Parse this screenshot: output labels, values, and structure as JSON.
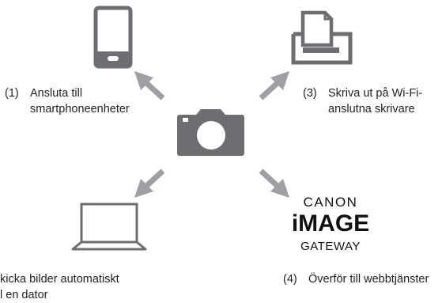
{
  "items": [
    {
      "number": "(1)",
      "line1": "Ansluta till",
      "line2": "smartphoneenheter"
    },
    {
      "number": "(3)",
      "line1": "Skriva ut på Wi-Fi-",
      "line2": "anslutna skrivare"
    },
    {
      "number": "",
      "line1": "kicka bilder automatiskt",
      "line2": "l en dator"
    },
    {
      "number": "(4)",
      "line1": "Överför till webbtjänster",
      "line2": ""
    }
  ],
  "logo": {
    "top": "CANON",
    "middle": "iMAGE",
    "bottom": "GATEWAY"
  },
  "icons": [
    "smartphone-icon",
    "printer-icon",
    "camera-icon",
    "laptop-icon",
    "canon-image-gateway-logo"
  ],
  "colors": {
    "icon": "#6d6e71",
    "arrow": "#9d9fa2",
    "text": "#222222"
  }
}
